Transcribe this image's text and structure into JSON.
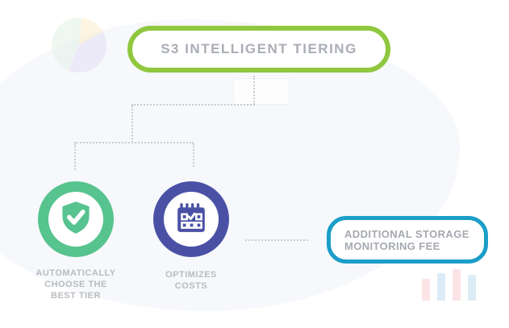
{
  "diagram": {
    "title": "S3 INTELLIGENT TIERING",
    "nodes": [
      {
        "id": "automatically-choose-best-tier",
        "icon": "shield-check-icon",
        "color": "#57c38f",
        "lines": [
          "AUTOMATICALLY",
          "CHOOSE THE",
          "BEST TIER"
        ]
      },
      {
        "id": "optimizes-costs",
        "icon": "calendar-check-icon",
        "color": "#4a51a5",
        "lines": [
          "OPTIMIZES",
          "COSTS"
        ]
      }
    ],
    "callout": {
      "lines": [
        "ADDITIONAL STORAGE",
        "MONITORING FEE"
      ],
      "border_color": "#1b9ec7"
    },
    "colors": {
      "title_border": "#8fc73e",
      "title_text": "#a9adb5",
      "label_text": "#b8bcc2",
      "connector_dots": "#c7cbd3",
      "background_blob": "#f6f8fb"
    },
    "decorations": {
      "pie_chart_colors": [
        "#fbeccb",
        "#e4def5",
        "#e2f1e6"
      ],
      "bar_chart_colors": [
        "#fbe4e6",
        "#dcecf7",
        "#fbe4e6",
        "#dcecf7"
      ]
    }
  }
}
